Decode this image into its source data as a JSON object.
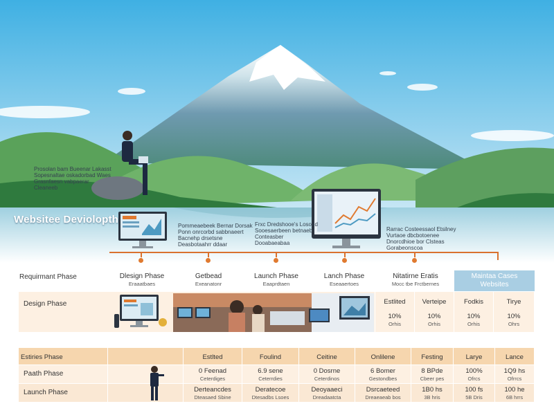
{
  "title": "Websitee Deviolopth",
  "blurbs": {
    "left": [
      "Prosolan bam Bueenar Lakasst",
      "Sopesnaltae oskadorbad Waes",
      "Grasnfaesn vabpaerar",
      "Cleaneeb"
    ],
    "mid1": [
      "Pommeaebeek Bernar Dorsak",
      "Ponn onrcorbd sabbnaeert",
      "Bacnehp drsetsne",
      "Deasbotaahrr ddaar"
    ],
    "mid2": [
      "Frxc Dredshooe's Losoed",
      "Sooesaerbeen betnaeb",
      "Conteasber",
      "Dooabaeabaa"
    ],
    "right": [
      "Rarrac Costeessaol Etsilney",
      "Vurtaoe dbcbotoenee",
      "Dnorcdhioe bor Clsteas",
      "Gorabeonscoa"
    ]
  },
  "phases": [
    {
      "label": "Requirmant Phase",
      "sub": ""
    },
    {
      "label": "Dlesign Phase",
      "sub": "Eraaatbaes"
    },
    {
      "label": "Getbead",
      "sub": "Exeanatonr"
    },
    {
      "label": "Launch Phase",
      "sub": "Eaaprdtaen"
    },
    {
      "label": "Lanch Phase",
      "sub": "Eseaaertoes"
    },
    {
      "label": "Nitatirne Eratis",
      "sub": "Mocc tbe Frctbernes"
    }
  ],
  "highlight": {
    "line1": "Maintaa Cases",
    "line2": "Websites"
  },
  "table1": {
    "row_label": "Design Phase",
    "headers": [
      "Estlited",
      "Verteipe",
      "Fodkis",
      "Tirye"
    ],
    "pct": [
      "10%",
      "10%",
      "10%",
      "10%"
    ],
    "sub": [
      "Orhis",
      "Orhis",
      "Orhis",
      "Ohrs"
    ]
  },
  "table2": {
    "headers": [
      "Estiries Phase",
      "Estlted",
      "Foulind",
      "Ceitine",
      "Onlilene",
      "Festing",
      "Larye",
      "Lance"
    ],
    "rows": [
      {
        "label": "Paath Phase",
        "cells": [
          [
            "0 Feenad",
            "Ceterdiges"
          ],
          [
            "6.9 sene",
            "Ceterrdies"
          ],
          [
            "0 Dosrne",
            "Ceterdinos"
          ],
          [
            "6 Bomer",
            "Gestondbes"
          ],
          [
            "8 BPde",
            "Cbeer pes"
          ],
          [
            "100%",
            "Ofrcs"
          ],
          [
            "1Q9 hs",
            "Ofrrcs"
          ]
        ]
      },
      {
        "label": "Launch Phase",
        "cells": [
          [
            "Derteancdes",
            "Dteasaed Sbine"
          ],
          [
            "Deratecoe",
            "Dtesadbs Lsoes"
          ],
          [
            "Deoyaaeci",
            "Dreadaatcta"
          ],
          [
            "Dsrcaeteed",
            "Dreaeaeab bos"
          ],
          [
            "1B0 hs",
            "3B hris"
          ],
          [
            "100 fs",
            "5B Dris"
          ],
          [
            "100 he",
            "6B hrrs"
          ]
        ]
      }
    ]
  },
  "colors": {
    "accent": "#d9712e",
    "highlight": "#a9cee3",
    "band": "#fdf0e2",
    "band_header": "#f6d6ae"
  }
}
